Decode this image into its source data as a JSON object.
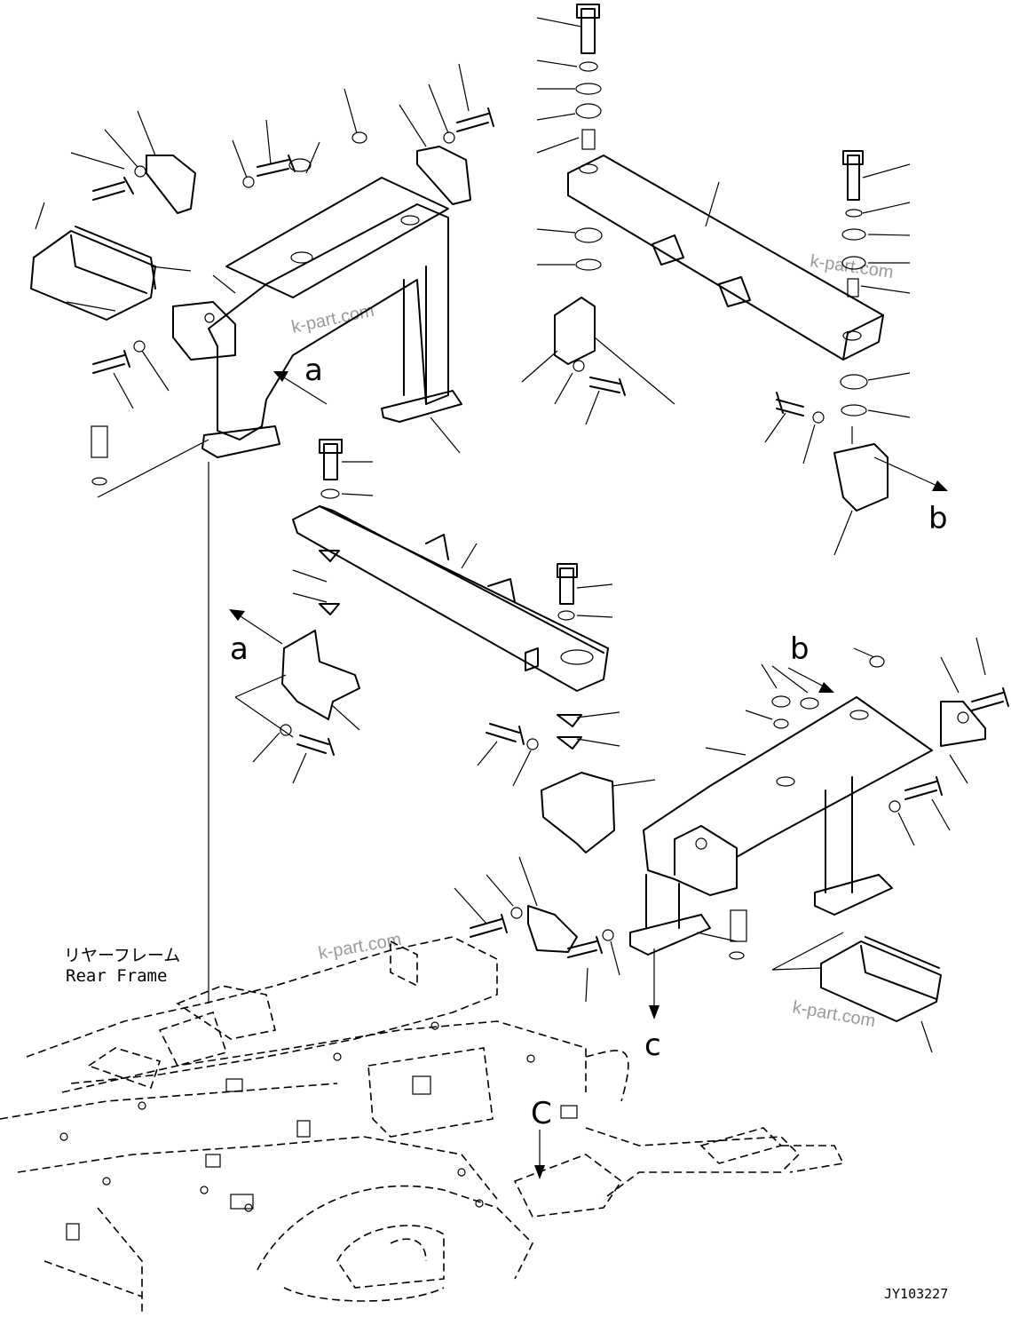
{
  "watermark": "k-part.com",
  "view_labels": {
    "a": "a",
    "b": "b",
    "c": "c",
    "C_upper": "C"
  },
  "rear_frame_caption": {
    "japanese": "リヤーフレーム",
    "english": "Rear Frame"
  },
  "drawing_code": "JY103227"
}
